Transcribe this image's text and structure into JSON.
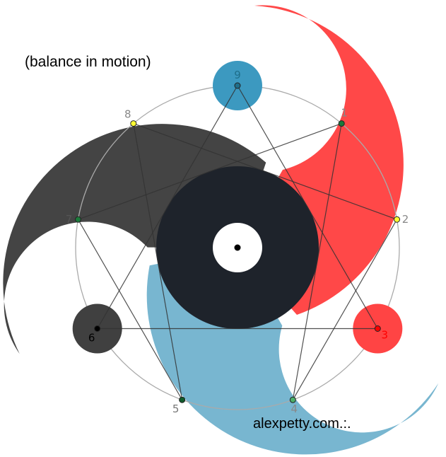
{
  "title": "(balance in motion)",
  "credit": "alexpetty.com.:.",
  "points": [
    {
      "label": "9",
      "color": "#1f6f8b",
      "label_color": "#1f6f8b"
    },
    {
      "label": "1",
      "color": "#1b7a3a",
      "label_color": "#888888"
    },
    {
      "label": "2",
      "color": "#ffff33",
      "label_color": "#888888"
    },
    {
      "label": "3",
      "color": "#ff0000",
      "label_color": "#ff0000"
    },
    {
      "label": "4",
      "color": "#4caf6a",
      "label_color": "#888888"
    },
    {
      "label": "5",
      "color": "#0f5a2a",
      "label_color": "#777777"
    },
    {
      "label": "6",
      "color": "#000000",
      "label_color": "#000000"
    },
    {
      "label": "7",
      "color": "#1b7a3a",
      "label_color": "#555555"
    },
    {
      "label": "8",
      "color": "#ffff33",
      "label_color": "#888888"
    }
  ],
  "connections": {
    "hexad": [
      "1",
      "4",
      "2",
      "8",
      "5",
      "7",
      "1"
    ],
    "triangle": [
      "3",
      "6",
      "9",
      "3"
    ]
  },
  "colors": {
    "red": "#ff4444",
    "dark": "#404040",
    "blue": "#6db0cc",
    "center": "#1e232b",
    "blue_dot": "#3c99c0",
    "ring": "#aaaaaa"
  }
}
